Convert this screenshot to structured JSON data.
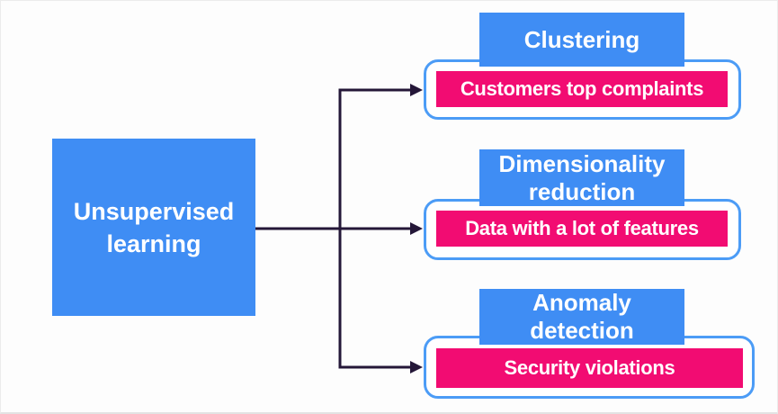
{
  "diagram": {
    "root": {
      "label": "Unsupervised learning"
    },
    "branches": [
      {
        "title": "Clustering",
        "example": "Customers top complaints"
      },
      {
        "title": "Dimensionality reduction",
        "example": "Data with a lot of features"
      },
      {
        "title": "Anomaly detection",
        "example": "Security violations"
      }
    ],
    "colors": {
      "node_blue": "#3f8df4",
      "card_border_blue": "#4c9cf6",
      "example_pink": "#f20c72",
      "connector_dark": "#241738",
      "text_white": "#ffffff",
      "background": "#fdfdfd"
    }
  }
}
